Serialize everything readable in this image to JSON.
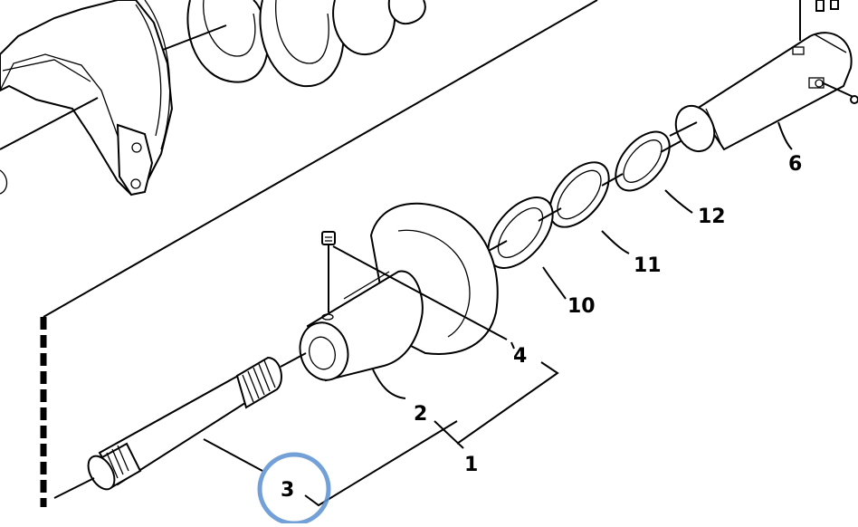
{
  "diagram": {
    "callouts": [
      {
        "id": "c1",
        "label": "1"
      },
      {
        "id": "c2",
        "label": "2"
      },
      {
        "id": "c3",
        "label": "3"
      },
      {
        "id": "c4",
        "label": "4"
      },
      {
        "id": "c6",
        "label": "6"
      },
      {
        "id": "c10",
        "label": "10"
      },
      {
        "id": "c11",
        "label": "11"
      },
      {
        "id": "c12",
        "label": "12"
      }
    ],
    "highlight": {
      "target": "3",
      "color": "#5b8fd0"
    }
  }
}
